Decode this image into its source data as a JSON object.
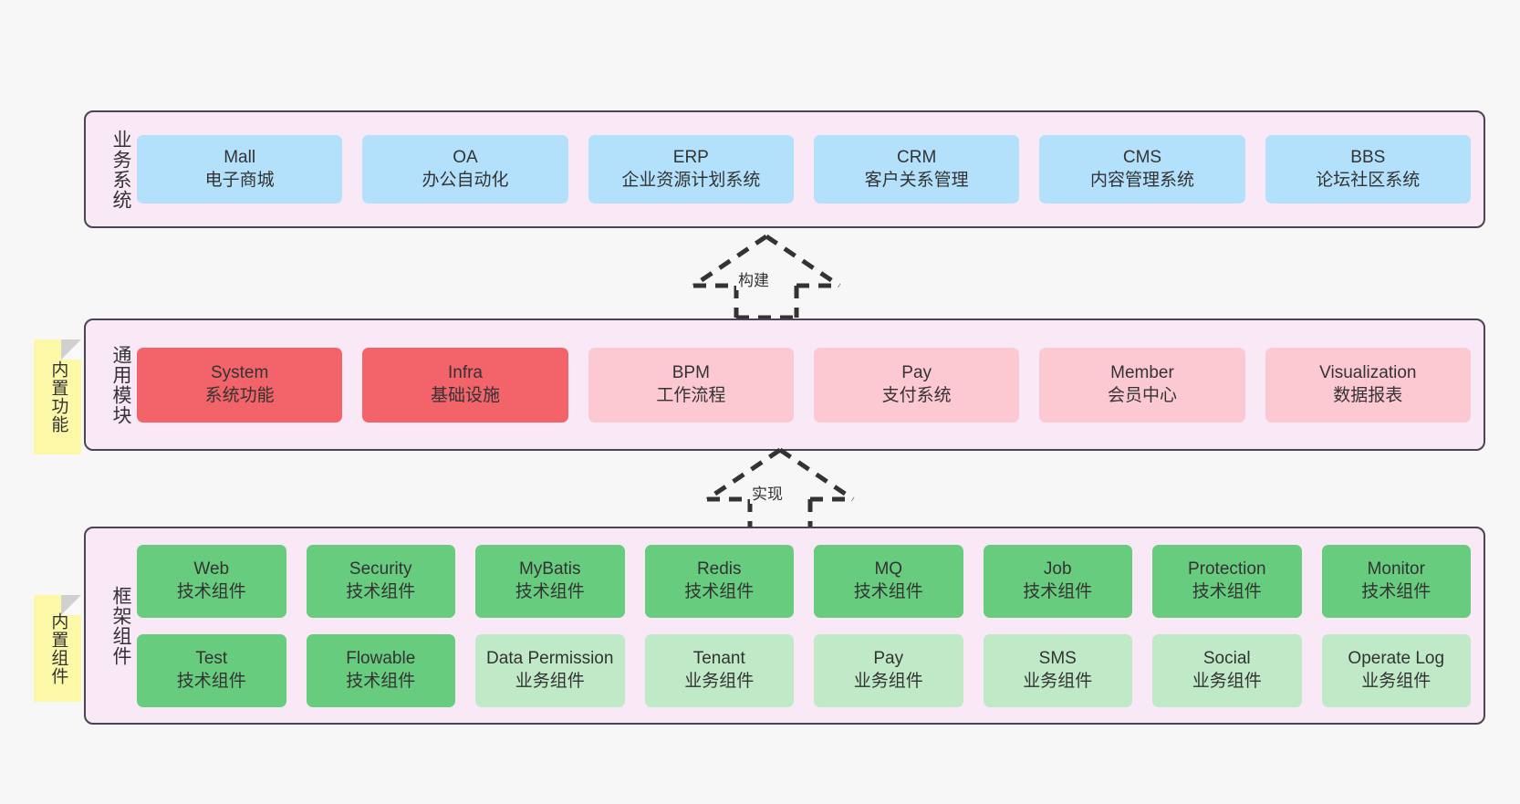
{
  "diagram": {
    "background_color": "#f7f7f7",
    "layer_fill": "#f9e8f5",
    "layer_border": "#4a4453",
    "note_fill": "#fdf8a8"
  },
  "layers": [
    {
      "id": "business",
      "title": "业务系统",
      "color": "#b3e0fb",
      "rows": [
        [
          {
            "name": "Mall",
            "desc": "电子商城",
            "style": "blue"
          },
          {
            "name": "OA",
            "desc": "办公自动化",
            "style": "blue"
          },
          {
            "name": "ERP",
            "desc": "企业资源计划系统",
            "style": "blue"
          },
          {
            "name": "CRM",
            "desc": "客户关系管理",
            "style": "blue"
          },
          {
            "name": "CMS",
            "desc": "内容管理系统",
            "style": "blue"
          },
          {
            "name": "BBS",
            "desc": "论坛社区系统",
            "style": "blue"
          }
        ]
      ]
    },
    {
      "id": "common",
      "title": "通用模块",
      "note": "内置功能",
      "rows": [
        [
          {
            "name": "System",
            "desc": "系统功能",
            "style": "red"
          },
          {
            "name": "Infra",
            "desc": "基础设施",
            "style": "red"
          },
          {
            "name": "BPM",
            "desc": "工作流程",
            "style": "pink"
          },
          {
            "name": "Pay",
            "desc": "支付系统",
            "style": "pink"
          },
          {
            "name": "Member",
            "desc": "会员中心",
            "style": "pink"
          },
          {
            "name": "Visualization",
            "desc": "数据报表",
            "style": "pink"
          }
        ]
      ]
    },
    {
      "id": "framework",
      "title": "框架组件",
      "note": "内置组件",
      "rows": [
        [
          {
            "name": "Web",
            "desc": "技术组件",
            "style": "green"
          },
          {
            "name": "Security",
            "desc": "技术组件",
            "style": "green"
          },
          {
            "name": "MyBatis",
            "desc": "技术组件",
            "style": "green"
          },
          {
            "name": "Redis",
            "desc": "技术组件",
            "style": "green"
          },
          {
            "name": "MQ",
            "desc": "技术组件",
            "style": "green"
          },
          {
            "name": "Job",
            "desc": "技术组件",
            "style": "green"
          },
          {
            "name": "Protection",
            "desc": "技术组件",
            "style": "green"
          },
          {
            "name": "Monitor",
            "desc": "技术组件",
            "style": "green"
          }
        ],
        [
          {
            "name": "Test",
            "desc": "技术组件",
            "style": "green"
          },
          {
            "name": "Flowable",
            "desc": "技术组件",
            "style": "green"
          },
          {
            "name": "Data Permission",
            "desc": "业务组件",
            "style": "mint"
          },
          {
            "name": "Tenant",
            "desc": "业务组件",
            "style": "mint"
          },
          {
            "name": "Pay",
            "desc": "业务组件",
            "style": "mint"
          },
          {
            "name": "SMS",
            "desc": "业务组件",
            "style": "mint"
          },
          {
            "name": "Social",
            "desc": "业务组件",
            "style": "mint"
          },
          {
            "name": "Operate Log",
            "desc": "业务组件",
            "style": "mint"
          }
        ]
      ]
    }
  ],
  "connectors": [
    {
      "id": "build",
      "label": "构建",
      "from": "common",
      "to": "business",
      "style": "dashed-hollow-arrow-up"
    },
    {
      "id": "impl",
      "label": "实现",
      "from": "framework",
      "to": "common",
      "style": "dashed-hollow-arrow-up"
    }
  ]
}
